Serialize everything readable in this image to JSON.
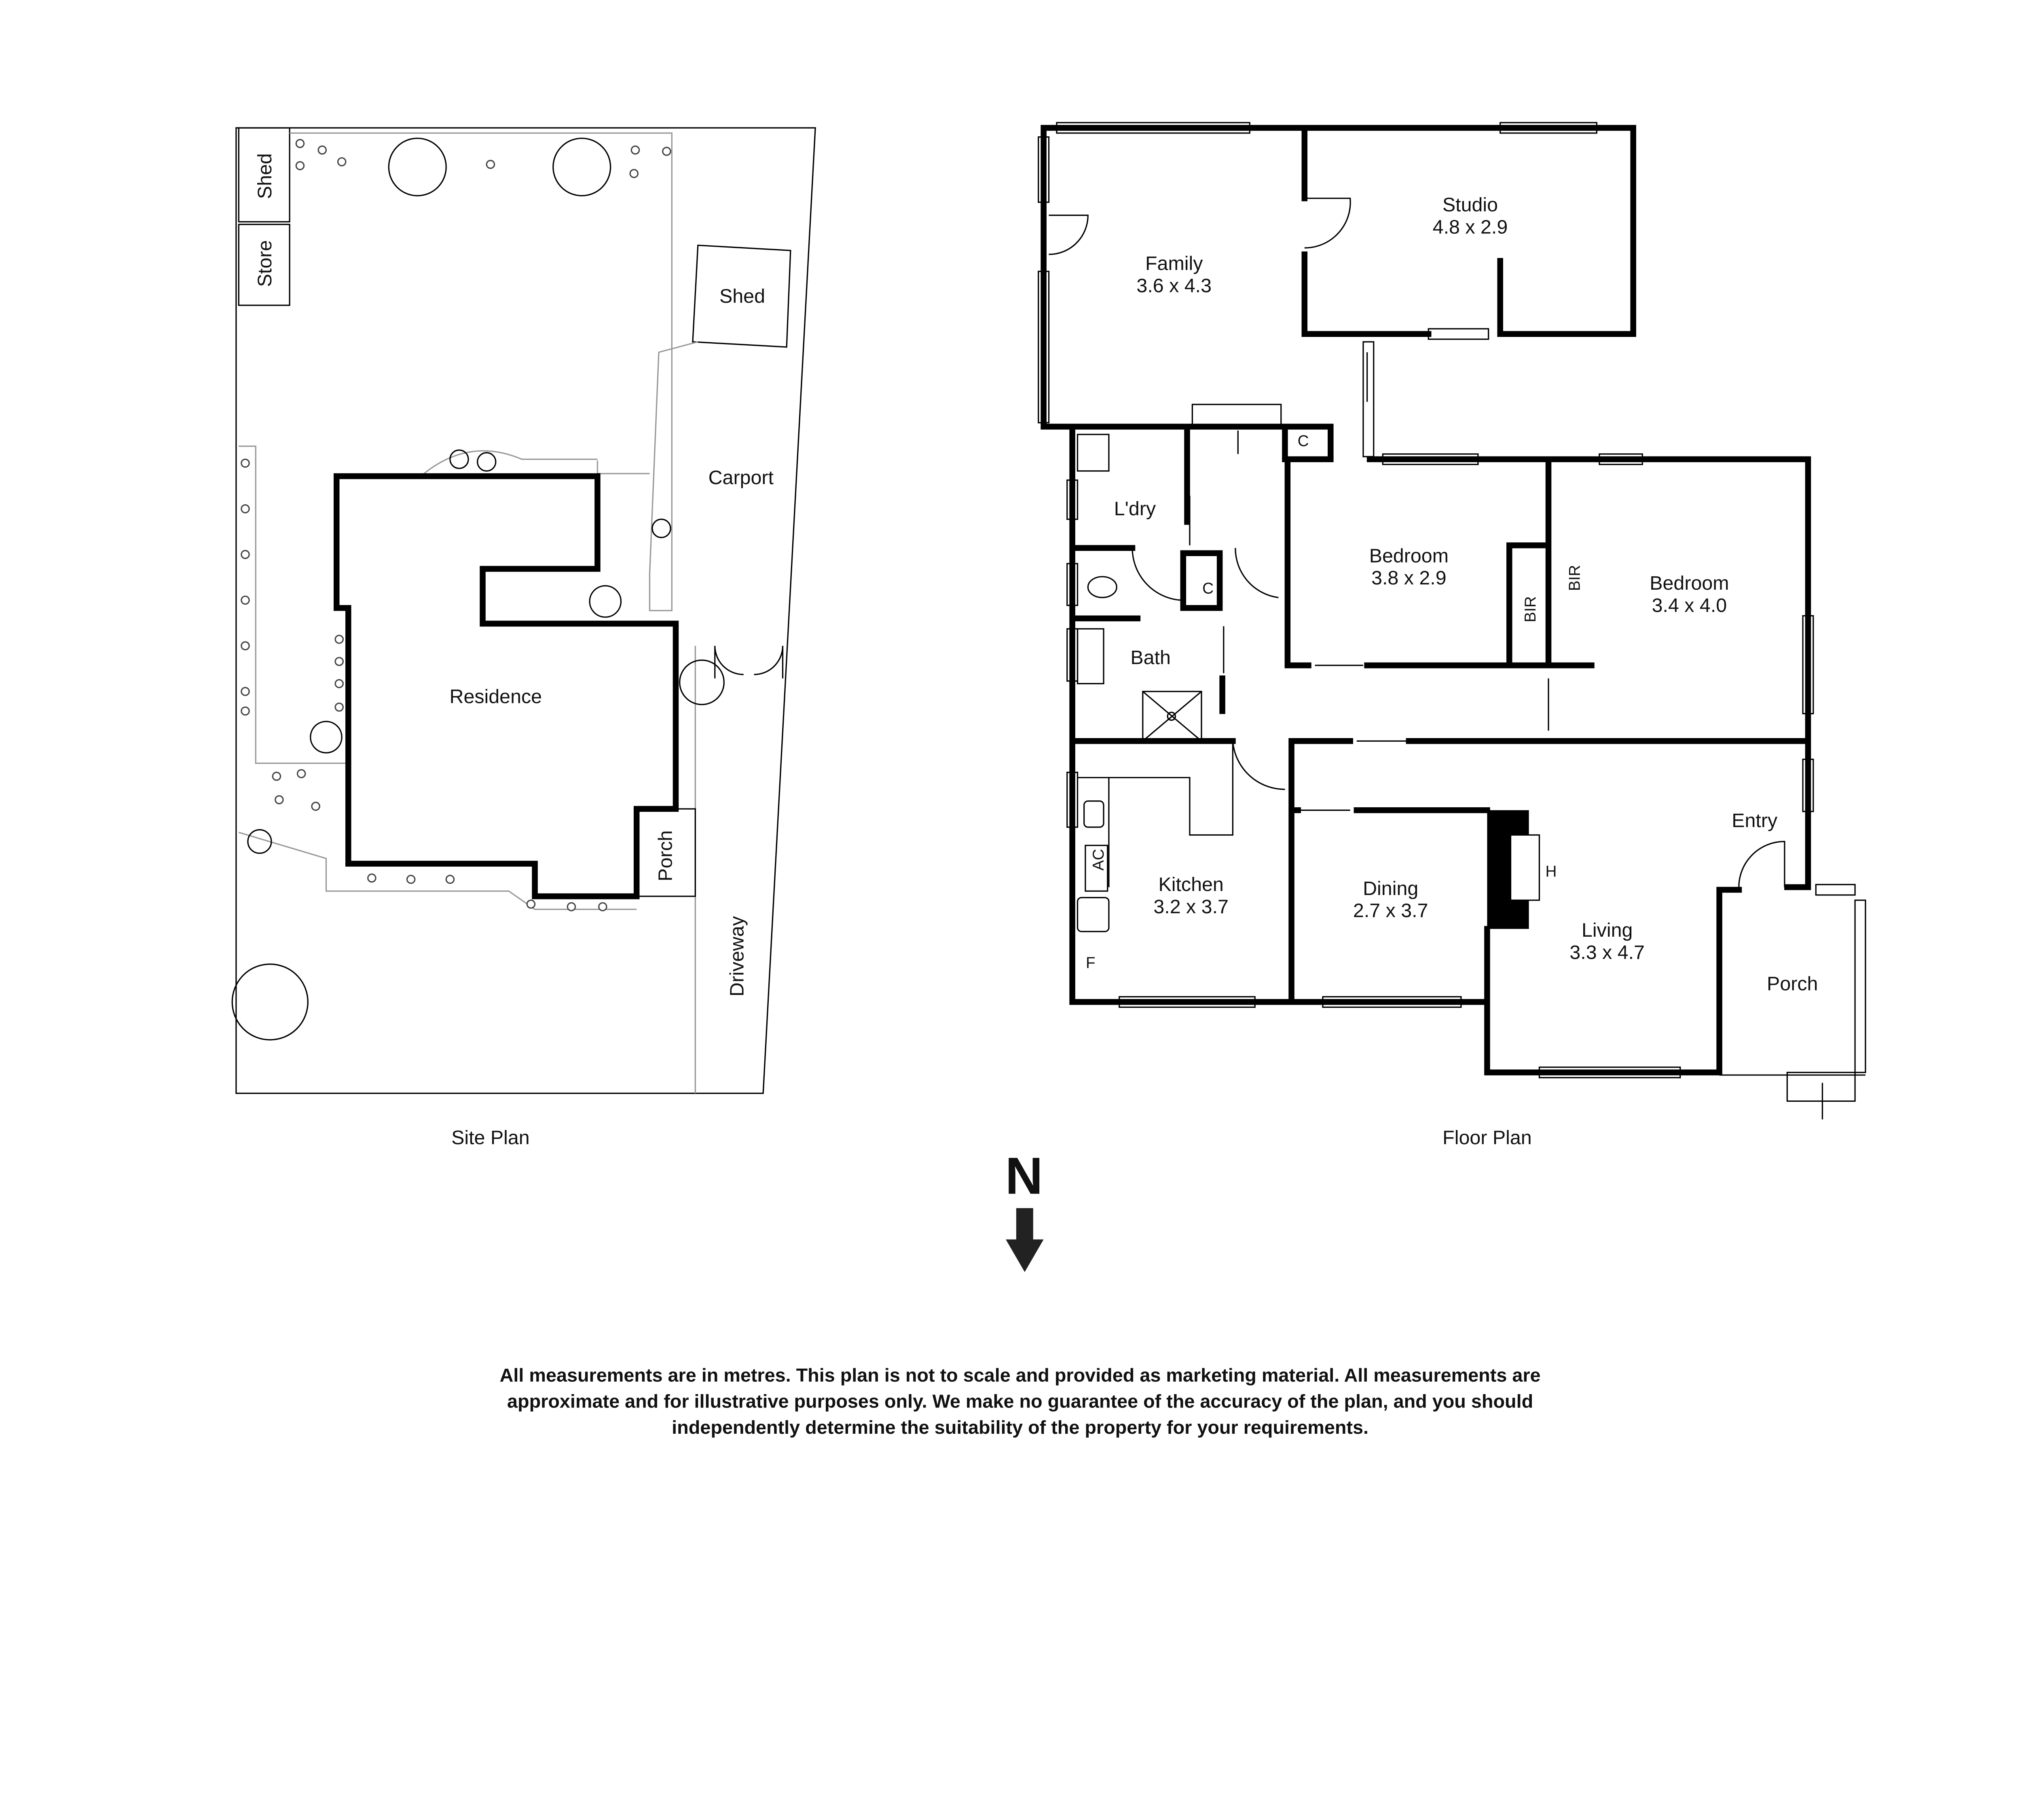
{
  "site_plan": {
    "caption": "Site Plan",
    "labels": {
      "shed_left": "Shed",
      "store": "Store",
      "shed_right": "Shed",
      "carport": "Carport",
      "residence": "Residence",
      "porch": "Porch",
      "driveway": "Driveway"
    }
  },
  "floor_plan": {
    "caption": "Floor Plan",
    "rooms": {
      "family": {
        "name": "Family",
        "dims": "3.6 x 4.3"
      },
      "studio": {
        "name": "Studio",
        "dims": "4.8 x 2.9"
      },
      "laundry": {
        "name": "L'dry"
      },
      "bath": {
        "name": "Bath"
      },
      "bedroom1": {
        "name": "Bedroom",
        "dims": "3.8 x 2.9"
      },
      "bedroom2": {
        "name": "Bedroom",
        "dims": "3.4 x 4.0"
      },
      "kitchen": {
        "name": "Kitchen",
        "dims": "3.2 x 3.7"
      },
      "dining": {
        "name": "Dining",
        "dims": "2.7 x 3.7"
      },
      "living": {
        "name": "Living",
        "dims": "3.3 x 4.7"
      },
      "entry": {
        "name": "Entry"
      },
      "porch": {
        "name": "Porch"
      }
    },
    "fixtures": {
      "cupboard1": "C",
      "cupboard2": "C",
      "bir1": "BIR",
      "bir2": "BIR",
      "heater": "H",
      "aircon": "AC",
      "fridge": "F"
    }
  },
  "compass": {
    "label": "N",
    "icon": "north-arrow-icon"
  },
  "disclaimer": [
    "All measurements are in metres. This plan is not to scale and provided as marketing material. All measurements are",
    "approximate and for illustrative purposes only. We make no guarantee of the accuracy of the plan, and you should",
    "independently determine the suitability of the property for your requirements."
  ]
}
